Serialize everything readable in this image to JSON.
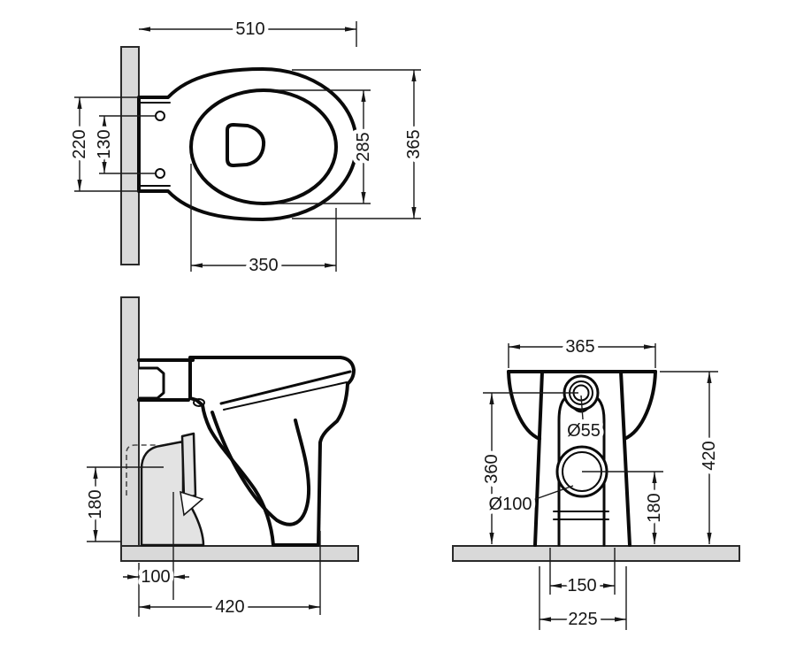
{
  "drawing": {
    "type": "technical-dimension-drawing",
    "subject": "back-to-wall toilet pan, three orthographic views",
    "line_color": "#0a0a0a",
    "wall_fill": "#d9d9d9",
    "pipe_fill": "#e3e3e3"
  },
  "dims": {
    "top": {
      "total_depth": "510",
      "mount_span": "220",
      "hole_spacing": "130",
      "opening_width": "285",
      "bowl_width": "365",
      "opening_length": "350"
    },
    "side": {
      "outlet_height": "180",
      "outlet_offset": "100",
      "depth": "420"
    },
    "rear": {
      "width": "365",
      "inlet_dia": "Ø55",
      "inlet_height": "360",
      "outlet_dia": "Ø100",
      "outlet_center_height": "180",
      "height": "420",
      "base_inner": "150",
      "base_outer": "225"
    }
  }
}
